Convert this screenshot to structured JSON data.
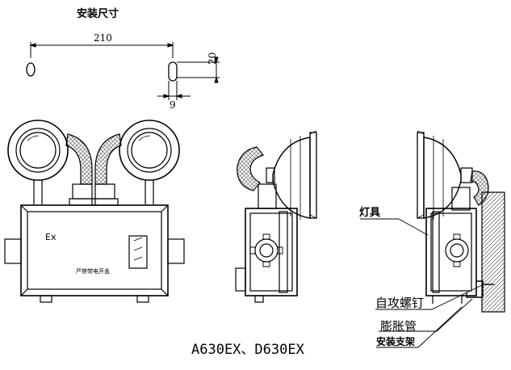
{
  "title": "安装尺寸",
  "dimensions": {
    "width": "210",
    "height": "20",
    "offset": "9"
  },
  "front_view": {
    "ex_mark": "Ex",
    "nameplate": "严禁带电开盖"
  },
  "callouts": {
    "lamp_head": "灯具",
    "self_tapping_screw": "自攻螺钉",
    "expansion_tube": "膨胀管",
    "mounting_bracket": "安装支架"
  },
  "model": "A630EX、D630EX"
}
